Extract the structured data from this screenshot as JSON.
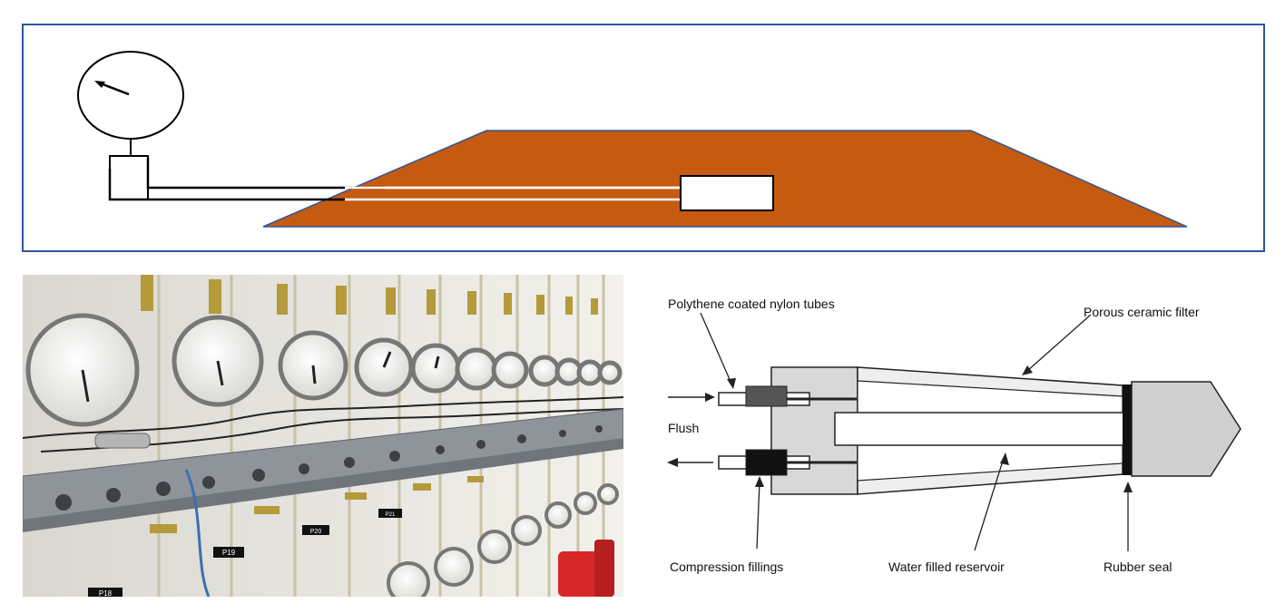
{
  "colors": {
    "embankment": "#c55a11",
    "frame": "#2f5597",
    "photo_wall": "#e8e6df",
    "rail": "#8e9499",
    "brass": "#b59a3c",
    "canister": "#d62828"
  },
  "schematic": {
    "gauge_icon": "pressure-gauge-icon",
    "embankment_shape": "trapezoid",
    "piezometer_tip": "rectangle"
  },
  "photo": {
    "content": "panel of pressure gauges with brass valves and tubing",
    "tags": [
      "P18",
      "P19",
      "P20",
      "P21"
    ]
  },
  "piezometer": {
    "labels": {
      "tubes": "Polythene coated nylon tubes",
      "filter": "Porous ceramic filter",
      "flush": "Flush",
      "fittings": "Compression fillings",
      "reservoir": "Water filled reservoir",
      "seal": "Rubber seal"
    }
  }
}
